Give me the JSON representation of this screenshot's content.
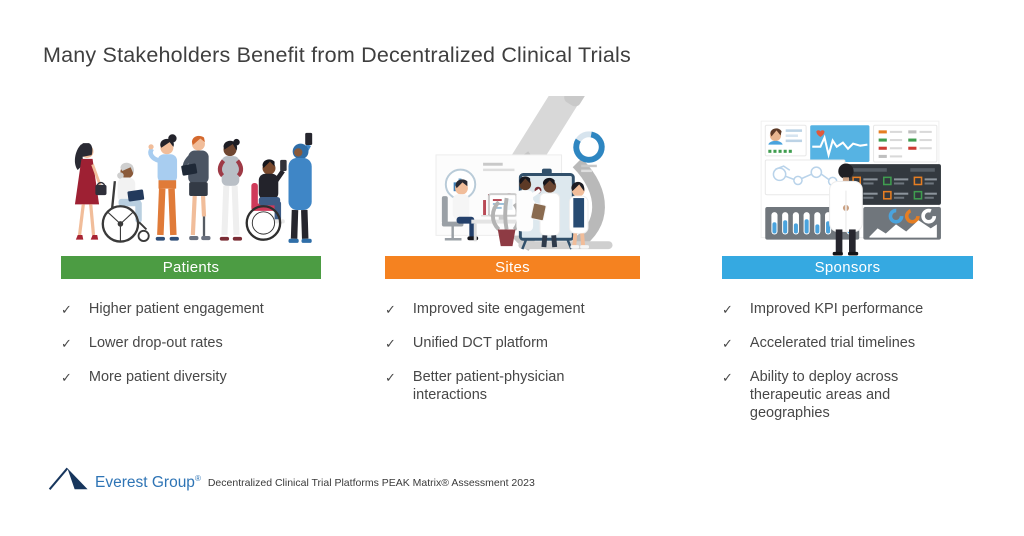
{
  "title": "Many Stakeholders Benefit from Decentralized Clinical Trials",
  "marker": "✓",
  "columns": [
    {
      "id": "patients",
      "label": "Patients",
      "color": "#4C9C43",
      "illustration": "diverse-patients-group-illustration",
      "bullets": [
        "Higher patient engagement",
        "Lower drop-out rates",
        "More patient diversity"
      ]
    },
    {
      "id": "sites",
      "label": "Sites",
      "color": "#F58220",
      "illustration": "clinical-site-research-lab-illustration",
      "bullets": [
        "Improved site engagement",
        "Unified DCT platform",
        "Better patient-physician interactions"
      ]
    },
    {
      "id": "sponsors",
      "label": "Sponsors",
      "color": "#35A9E1",
      "illustration": "sponsor-kpi-dashboard-illustration",
      "bullets": [
        "Improved KPI performance",
        "Accelerated trial timelines",
        "Ability to deploy across therapeutic areas and geographies"
      ]
    }
  ],
  "footer": {
    "logo_text": "Everest Group",
    "logo_mark": "®",
    "caption": "Decentralized Clinical Trial Platforms PEAK Matrix® Assessment 2023"
  },
  "palette": {
    "patients_green": "#4C9C43",
    "sites_orange": "#F58220",
    "sponsors_blue": "#35A9E1",
    "logo_blue": "#2E74B5",
    "body_text": "#474747"
  }
}
